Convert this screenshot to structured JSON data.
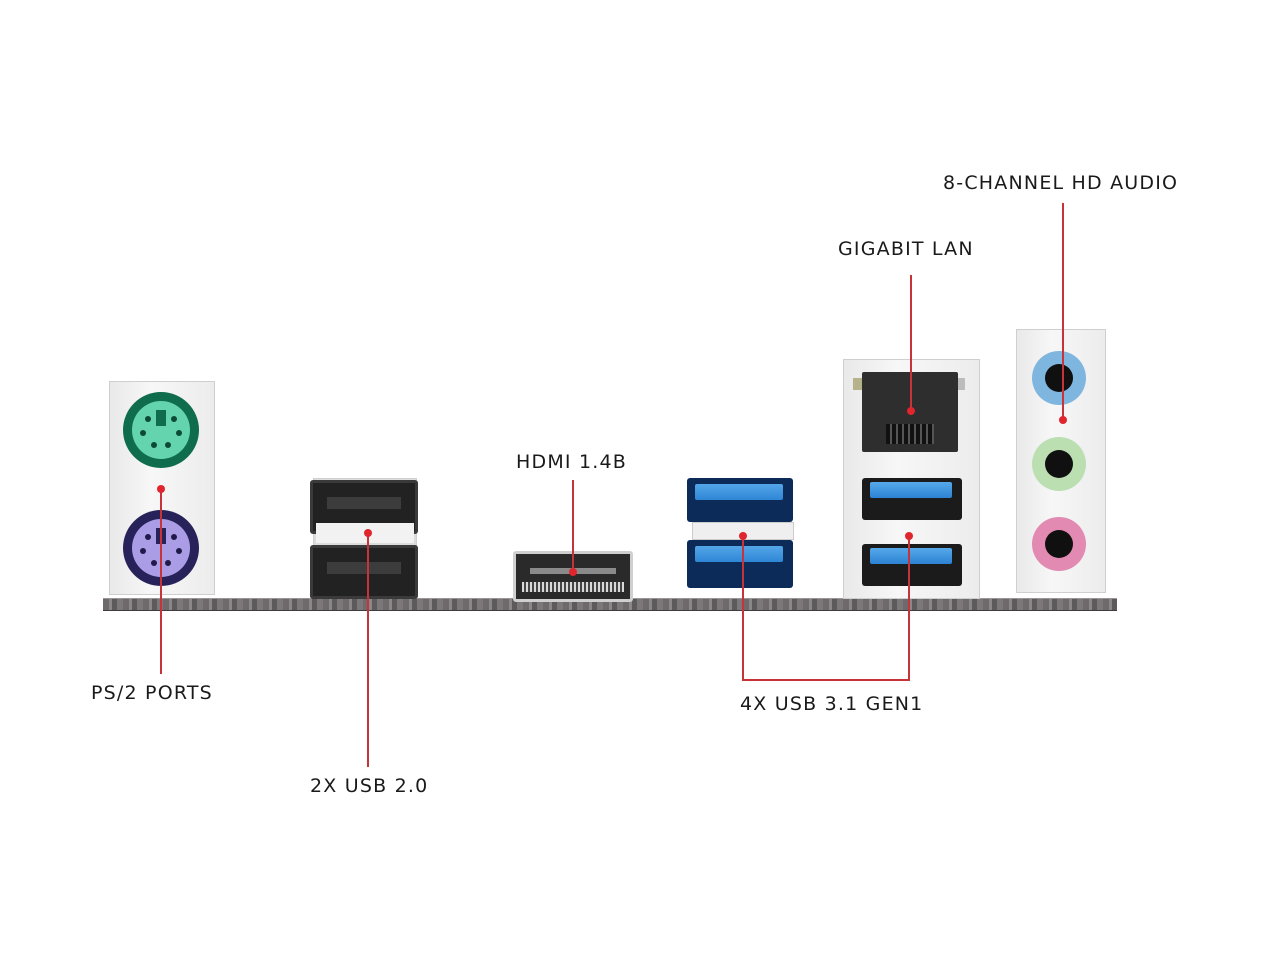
{
  "diagram": {
    "title": "Motherboard rear I/O panel",
    "callouts": {
      "ps2": "PS/2 PORTS",
      "usb2": "2X USB 2.0",
      "hdmi": "HDMI 1.4B",
      "usb3": "4X USB 3.1 GEN1",
      "lan": "GIGABIT LAN",
      "audio": "8-CHANNEL HD AUDIO"
    },
    "colors": {
      "leader_line": "#c8333a",
      "leader_dot": "#e0252e",
      "ps2_keyboard": "#5fd3aa",
      "ps2_mouse": "#a99be4",
      "usb3_blue": "#3a93e0",
      "audio_line_in": "#7fb6df",
      "audio_line_out": "#b9ddb0",
      "audio_mic": "#e28ab2"
    }
  }
}
